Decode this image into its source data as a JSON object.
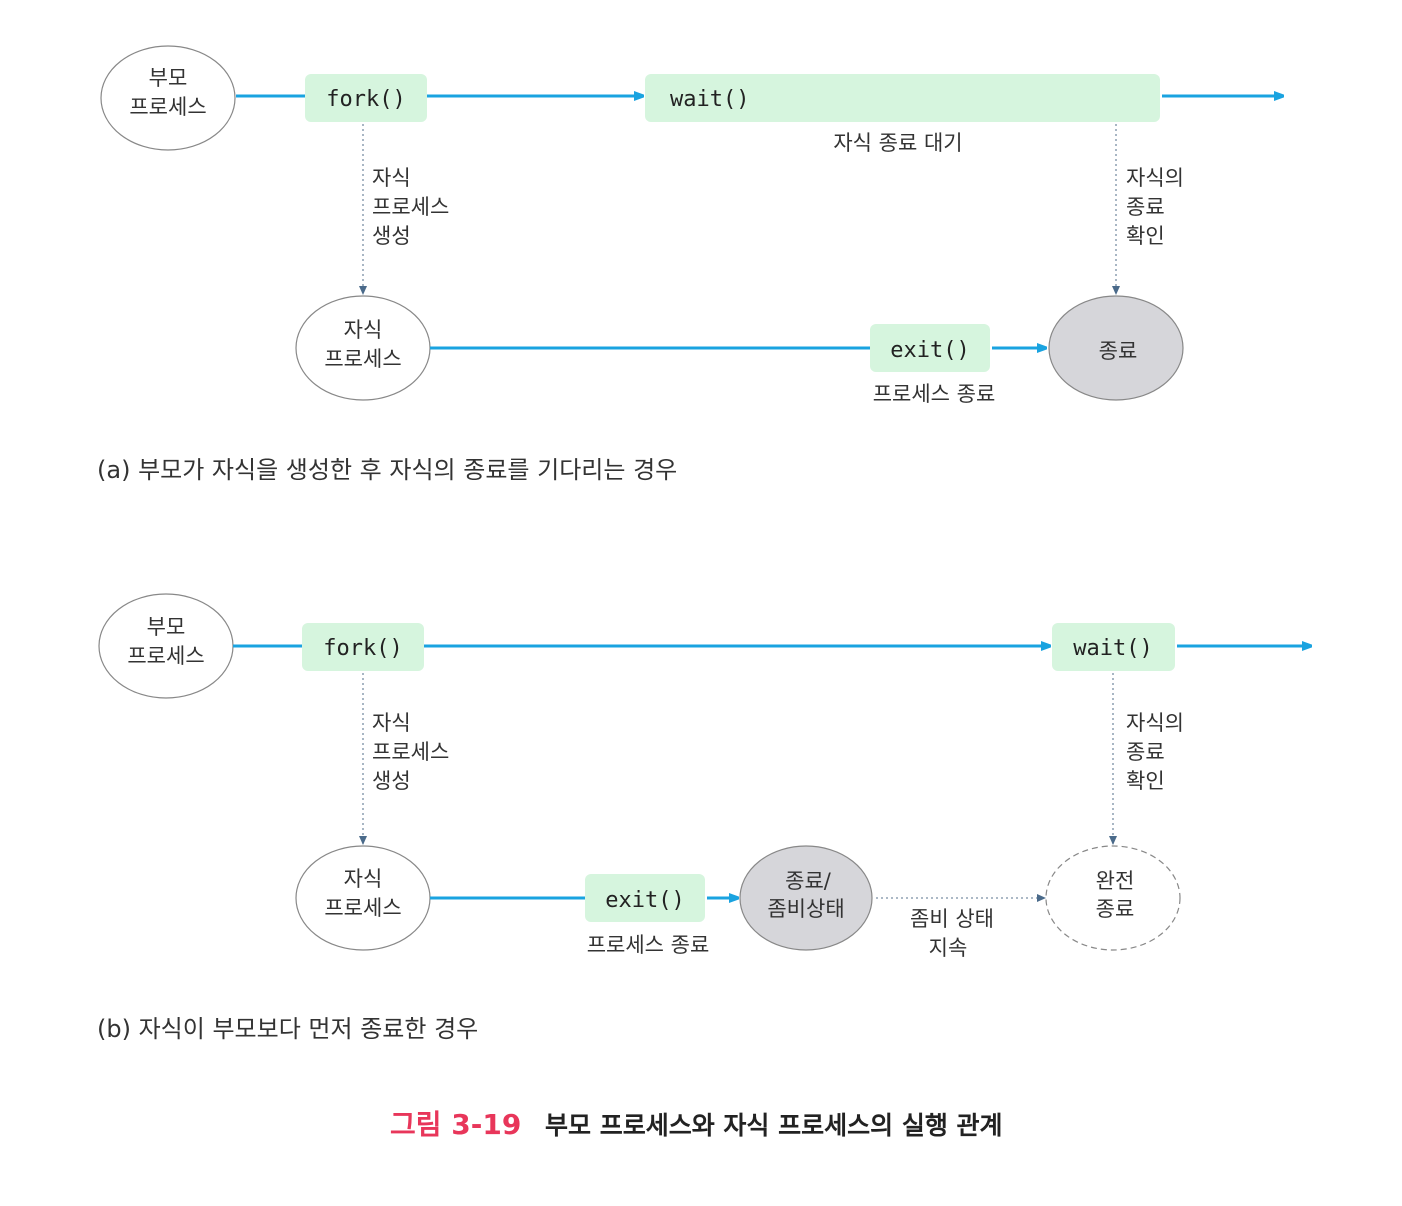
{
  "colors": {
    "flow_line": "#1aa3e0",
    "call_box": "#d6f5de",
    "terminated_fill": "#d6d6da",
    "dotted_arrow": "#4a6a8a",
    "figure_label": "#e8365a"
  },
  "diagram_a": {
    "parent": [
      "부모",
      "프로세스"
    ],
    "fork": "fork()",
    "wait": "wait()",
    "wait_note": "자식 종료 대기",
    "create_note": [
      "자식",
      "프로세스",
      "생성"
    ],
    "check_note": [
      "자식의",
      "종료",
      "확인"
    ],
    "child": [
      "자식",
      "프로세스"
    ],
    "exit": "exit()",
    "exit_note": "프로세스 종료",
    "end": "종료",
    "caption": "(a) 부모가 자식을 생성한 후 자식의 종료를 기다리는 경우"
  },
  "diagram_b": {
    "parent": [
      "부모",
      "프로세스"
    ],
    "fork": "fork()",
    "wait": "wait()",
    "create_note": [
      "자식",
      "프로세스",
      "생성"
    ],
    "check_note": [
      "자식의",
      "종료",
      "확인"
    ],
    "child": [
      "자식",
      "프로세스"
    ],
    "exit": "exit()",
    "exit_note": "프로세스 종료",
    "zombie": [
      "종료/",
      "좀비상태"
    ],
    "zombie_note": [
      "좀비 상태",
      "지속"
    ],
    "complete": [
      "완전",
      "종료"
    ],
    "caption": "(b) 자식이 부모보다 먼저 종료한 경우"
  },
  "figure": {
    "number": "그림 3-19",
    "title": "부모 프로세스와 자식 프로세스의 실행 관계"
  }
}
